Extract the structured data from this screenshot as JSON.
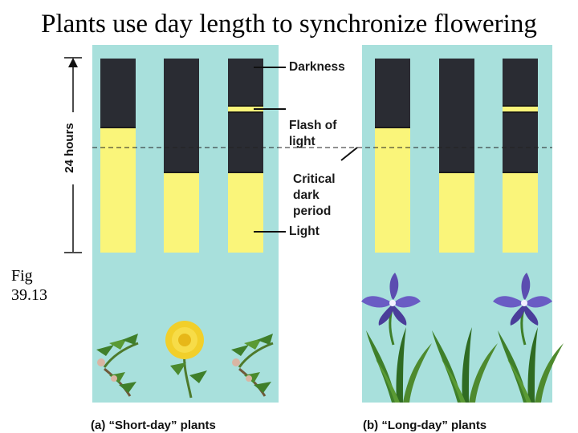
{
  "title": "Plants use day length to synchronize flowering",
  "figure_label": "Fig\n39.13",
  "axis_label": "24 hours",
  "callouts": {
    "darkness": "Darkness",
    "flash": "Flash of\nlight",
    "critical": "Critical\ndark\nperiod",
    "light": "Light"
  },
  "panels": [
    {
      "caption": "(a) “Short-day” plants",
      "plant": "chrysanthemum-icon"
    },
    {
      "caption": "(b) “Long-day” plants",
      "plant": "iris-icon"
    }
  ],
  "colors": {
    "background": "#a8e0dc",
    "darkness": "#2a2c33",
    "light": "#faf57a"
  }
}
